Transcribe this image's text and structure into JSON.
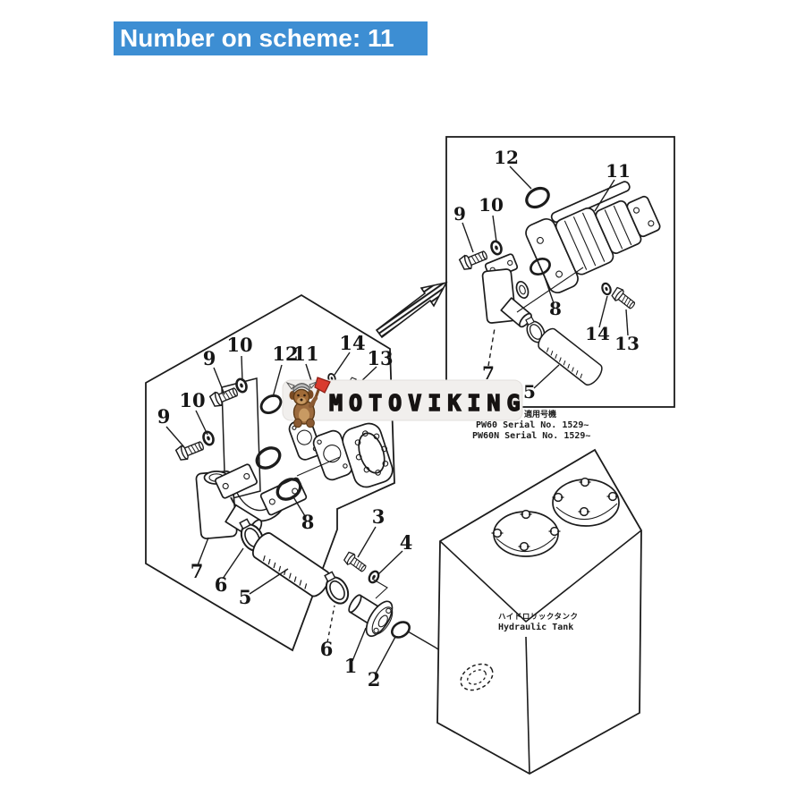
{
  "header": {
    "title": "Number on scheme: 11",
    "bg_color": "#3d8ed3",
    "text_color": "#ffffff"
  },
  "watermark": {
    "brand": "MOTOVIKING",
    "mascot": "viking-dog-with-axe",
    "pill_color": "#f1efed",
    "text_color": "#161312",
    "axe_color": "#d93b2e"
  },
  "inset": {
    "callouts": {
      "c12": "12",
      "c11": "11",
      "c9": "9",
      "c10": "10",
      "c8": "8",
      "c14": "14",
      "c13": "13",
      "c7": "7",
      "c5": "5"
    },
    "applicability_heading": "適用号機",
    "serial_lines": [
      "PW60  Serial No. 1529~",
      "PW60N Serial No. 1529~"
    ]
  },
  "main": {
    "callouts": {
      "c9a": "9",
      "c10a": "10",
      "c10b": "10",
      "c9b": "9",
      "c12": "12",
      "c11": "11",
      "c14": "14",
      "c13": "13",
      "c8": "8",
      "c7": "7",
      "c6a": "6",
      "c5": "5",
      "c3": "3",
      "c4": "4",
      "c6b": "6",
      "c1": "1",
      "c2": "2"
    }
  },
  "tank": {
    "label_jp": "ハイドロリックタンク",
    "label_en": "Hydraulic Tank"
  },
  "ink_color": "#1c1c1c"
}
